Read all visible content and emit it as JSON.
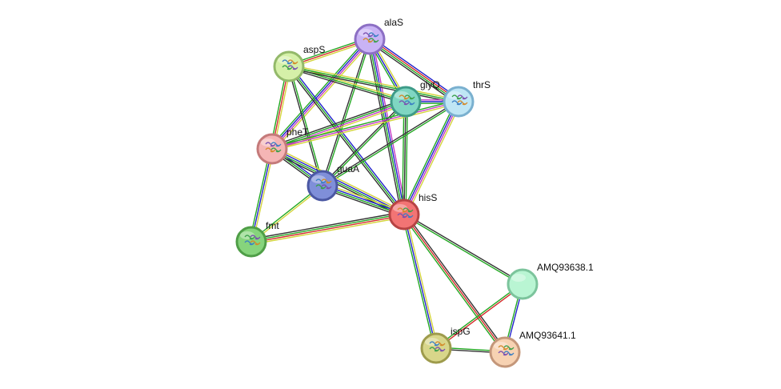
{
  "network": {
    "nodes": [
      {
        "id": "alaS",
        "label": "alaS",
        "color": "#c9b3f5",
        "border": "#8c6fc4",
        "structure": true
      },
      {
        "id": "aspS",
        "label": "aspS",
        "color": "#d5f0a8",
        "border": "#93b96a",
        "structure": true
      },
      {
        "id": "glyQ",
        "label": "glyQ",
        "color": "#7fd6c2",
        "border": "#3e9b88",
        "structure": true
      },
      {
        "id": "thrS",
        "label": "thrS",
        "color": "#bfe6f5",
        "border": "#7ab0cf",
        "structure": true
      },
      {
        "id": "pheT",
        "label": "pheT",
        "color": "#f5b5b5",
        "border": "#c47a7a",
        "structure": true
      },
      {
        "id": "guaA",
        "label": "guaA",
        "color": "#7f8fd9",
        "border": "#4b58a3",
        "structure": true
      },
      {
        "id": "hisS",
        "label": "hisS",
        "color": "#f27474",
        "border": "#b64444",
        "structure": true
      },
      {
        "id": "fmt",
        "label": "fmt",
        "color": "#86d47c",
        "border": "#4f9e47",
        "structure": true
      },
      {
        "id": "AMQ93638.1",
        "label": "AMQ93638.1",
        "color": "#b9f5d3",
        "border": "#7cc49c",
        "structure": false
      },
      {
        "id": "ispG",
        "label": "ispG",
        "color": "#d8d68a",
        "border": "#9e9b4c",
        "structure": true
      },
      {
        "id": "AMQ93641.1",
        "label": "AMQ93641.1",
        "color": "#f7d2b2",
        "border": "#c4977a",
        "structure": true
      }
    ],
    "edges": [
      {
        "from": "alaS",
        "to": "aspS",
        "evidence": [
          "#d4d43c",
          "#d42a2a",
          "#22a822"
        ]
      },
      {
        "from": "alaS",
        "to": "glyQ",
        "evidence": [
          "#d4d43c",
          "#2222cc",
          "#22a822"
        ]
      },
      {
        "from": "alaS",
        "to": "thrS",
        "evidence": [
          "#2222cc",
          "#d42a2a",
          "#22a822",
          "#333333"
        ]
      },
      {
        "from": "alaS",
        "to": "pheT",
        "evidence": [
          "#d4d43c",
          "#c43bc4",
          "#2222cc",
          "#22a822"
        ]
      },
      {
        "from": "alaS",
        "to": "guaA",
        "evidence": [
          "#22a822",
          "#333333"
        ]
      },
      {
        "from": "alaS",
        "to": "hisS",
        "evidence": [
          "#c43bc4",
          "#2222cc",
          "#22a822",
          "#333333"
        ]
      },
      {
        "from": "aspS",
        "to": "glyQ",
        "evidence": [
          "#d4d43c",
          "#22a822",
          "#333333"
        ]
      },
      {
        "from": "aspS",
        "to": "thrS",
        "evidence": [
          "#d4d43c",
          "#22a822",
          "#333333"
        ]
      },
      {
        "from": "aspS",
        "to": "pheT",
        "evidence": [
          "#d4d43c",
          "#d42a2a",
          "#22a822"
        ]
      },
      {
        "from": "aspS",
        "to": "guaA",
        "evidence": [
          "#22a822",
          "#333333"
        ]
      },
      {
        "from": "aspS",
        "to": "hisS",
        "evidence": [
          "#2222cc",
          "#22a822",
          "#333333"
        ]
      },
      {
        "from": "glyQ",
        "to": "thrS",
        "evidence": [
          "#c43bc4",
          "#2222cc",
          "#22a822"
        ]
      },
      {
        "from": "glyQ",
        "to": "pheT",
        "evidence": [
          "#d4d43c",
          "#c43bc4",
          "#22a822",
          "#333333"
        ]
      },
      {
        "from": "glyQ",
        "to": "guaA",
        "evidence": [
          "#22a822",
          "#333333"
        ]
      },
      {
        "from": "glyQ",
        "to": "hisS",
        "evidence": [
          "#22a822",
          "#333333",
          "#22a822"
        ]
      },
      {
        "from": "thrS",
        "to": "pheT",
        "evidence": [
          "#d4d43c",
          "#c43bc4",
          "#22a822"
        ]
      },
      {
        "from": "thrS",
        "to": "guaA",
        "evidence": [
          "#22a822",
          "#333333"
        ]
      },
      {
        "from": "thrS",
        "to": "hisS",
        "evidence": [
          "#d4d43c",
          "#c43bc4",
          "#2222cc",
          "#22a822"
        ]
      },
      {
        "from": "pheT",
        "to": "guaA",
        "evidence": [
          "#2222cc",
          "#22a822",
          "#333333"
        ]
      },
      {
        "from": "pheT",
        "to": "hisS",
        "evidence": [
          "#d4d43c",
          "#2222cc",
          "#22a822",
          "#333333"
        ]
      },
      {
        "from": "pheT",
        "to": "fmt",
        "evidence": [
          "#d4d43c",
          "#2222cc",
          "#22a822"
        ]
      },
      {
        "from": "guaA",
        "to": "hisS",
        "evidence": [
          "#d4d43c",
          "#2222cc",
          "#22a822",
          "#333333"
        ]
      },
      {
        "from": "guaA",
        "to": "fmt",
        "evidence": [
          "#d4d43c",
          "#22a822"
        ]
      },
      {
        "from": "hisS",
        "to": "fmt",
        "evidence": [
          "#d4d43c",
          "#d42a2a",
          "#22a822",
          "#333333"
        ]
      },
      {
        "from": "hisS",
        "to": "AMQ93638.1",
        "evidence": [
          "#333333",
          "#22a822"
        ]
      },
      {
        "from": "hisS",
        "to": "ispG",
        "evidence": [
          "#d4d43c",
          "#2222cc",
          "#22a822"
        ]
      },
      {
        "from": "hisS",
        "to": "AMQ93641.1",
        "evidence": [
          "#333333",
          "#d42a2a",
          "#22a822"
        ]
      },
      {
        "from": "AMQ93638.1",
        "to": "ispG",
        "evidence": [
          "#d42a2a",
          "#22a822"
        ]
      },
      {
        "from": "AMQ93638.1",
        "to": "AMQ93641.1",
        "evidence": [
          "#2222cc",
          "#22a822"
        ]
      },
      {
        "from": "ispG",
        "to": "AMQ93641.1",
        "evidence": [
          "#22a822",
          "#333333"
        ]
      }
    ]
  }
}
